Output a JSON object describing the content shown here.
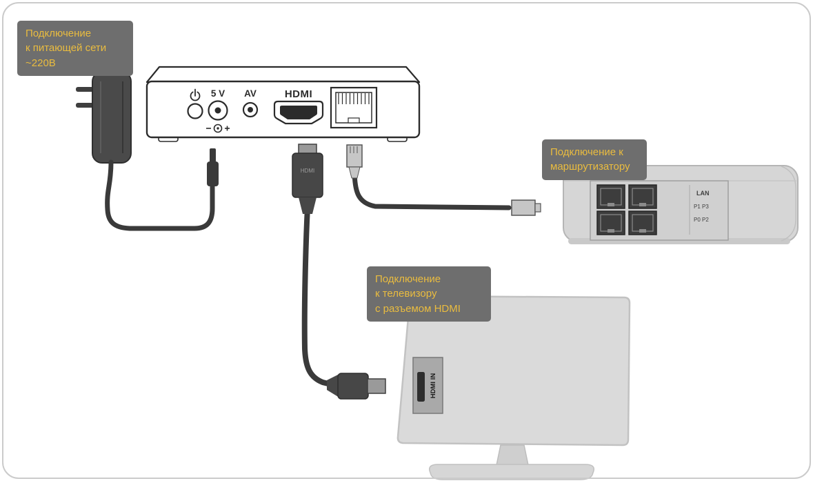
{
  "canvas": {
    "background": "#ffffff",
    "border_color": "#cbcbcb"
  },
  "colors": {
    "callout_bg": "#6e6e6e",
    "callout_text": "#eabc3f",
    "cable": "#3a3a3a",
    "device_gray": "#d6d6d6",
    "outline": "#2b2b2b"
  },
  "callouts": {
    "power": {
      "lines": [
        "Подключение",
        "к питающей сети",
        "~220В"
      ]
    },
    "router": {
      "lines": [
        "Подключение к",
        "маршрутизатору"
      ]
    },
    "tv": {
      "lines": [
        "Подключение",
        "к телевизору",
        "с разъемом HDMI"
      ]
    }
  },
  "stb": {
    "port_labels": {
      "dc": "5 V",
      "av": "AV",
      "hdmi": "HDMI"
    }
  },
  "cables": {
    "hdmi_plug_label": "HDMI"
  },
  "router": {
    "labels": {
      "lan": "LAN",
      "p_top": "P1 P3",
      "p_bottom": "P0 P2"
    }
  },
  "tv": {
    "hdmi_in_label": "HDMI IN"
  }
}
